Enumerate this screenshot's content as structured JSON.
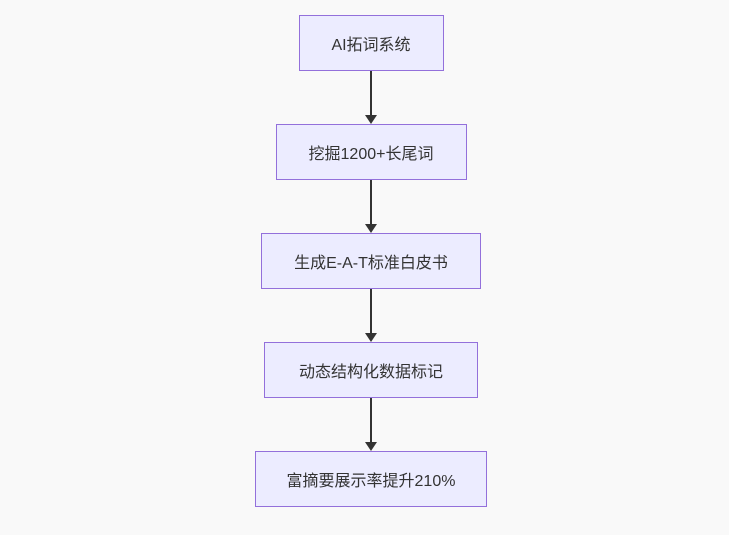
{
  "diagram": {
    "type": "flowchart",
    "direction": "top-down",
    "nodes": [
      {
        "id": "n1",
        "label": "AI拓词系统"
      },
      {
        "id": "n2",
        "label": "挖掘1200+长尾词"
      },
      {
        "id": "n3",
        "label": "生成E-A-T标准白皮书"
      },
      {
        "id": "n4",
        "label": "动态结构化数据标记"
      },
      {
        "id": "n5",
        "label": "富摘要展示率提升210%"
      }
    ],
    "edges": [
      {
        "from": "n1",
        "to": "n2"
      },
      {
        "from": "n2",
        "to": "n3"
      },
      {
        "from": "n3",
        "to": "n4"
      },
      {
        "from": "n4",
        "to": "n5"
      }
    ],
    "colors": {
      "node_fill": "#ECECFF",
      "node_border": "#9370DB",
      "arrow": "#333333",
      "text": "#333333",
      "background": "#F9F9F9"
    }
  }
}
